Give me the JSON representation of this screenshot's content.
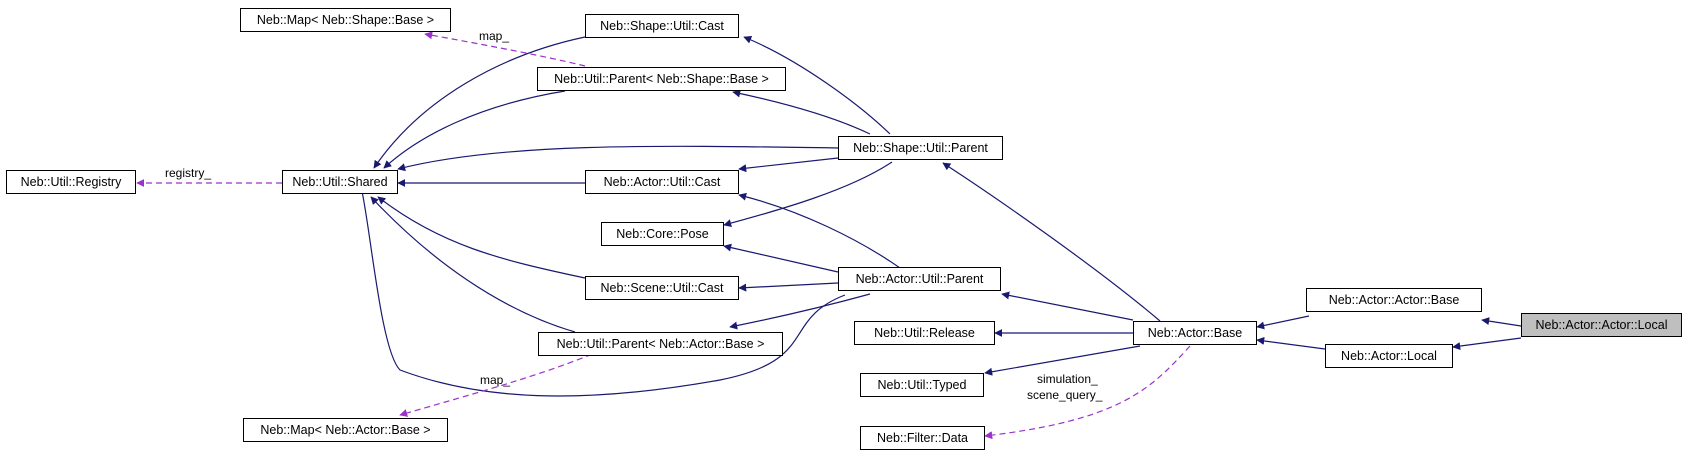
{
  "nodes": {
    "map_shape": "Neb::Map< Neb::Shape::Base >",
    "shape_util_cast": "Neb::Shape::Util::Cast",
    "parent_shape": "Neb::Util::Parent< Neb::Shape::Base >",
    "shape_util_parent": "Neb::Shape::Util::Parent",
    "util_registry": "Neb::Util::Registry",
    "util_shared": "Neb::Util::Shared",
    "actor_util_cast": "Neb::Actor::Util::Cast",
    "core_pose": "Neb::Core::Pose",
    "scene_util_cast": "Neb::Scene::Util::Cast",
    "actor_util_parent": "Neb::Actor::Util::Parent",
    "parent_actor": "Neb::Util::Parent< Neb::Actor::Base >",
    "util_release": "Neb::Util::Release",
    "actor_base": "Neb::Actor::Base",
    "actor_actor_base": "Neb::Actor::Actor::Base",
    "actor_actor_local": "Neb::Actor::Actor::Local",
    "actor_local": "Neb::Actor::Local",
    "util_typed": "Neb::Util::Typed",
    "map_actor": "Neb::Map< Neb::Actor::Base >",
    "filter_data": "Neb::Filter::Data"
  },
  "edge_labels": {
    "map_shape": "map_",
    "registry": "registry_",
    "map_actor": "map_",
    "simulation": "simulation_",
    "scene_query": "scene_query_"
  },
  "colors": {
    "inheritance_edge": "#191970",
    "usage_edge": "#9a32cd",
    "focus_node_fill": "#bfbfbf"
  }
}
